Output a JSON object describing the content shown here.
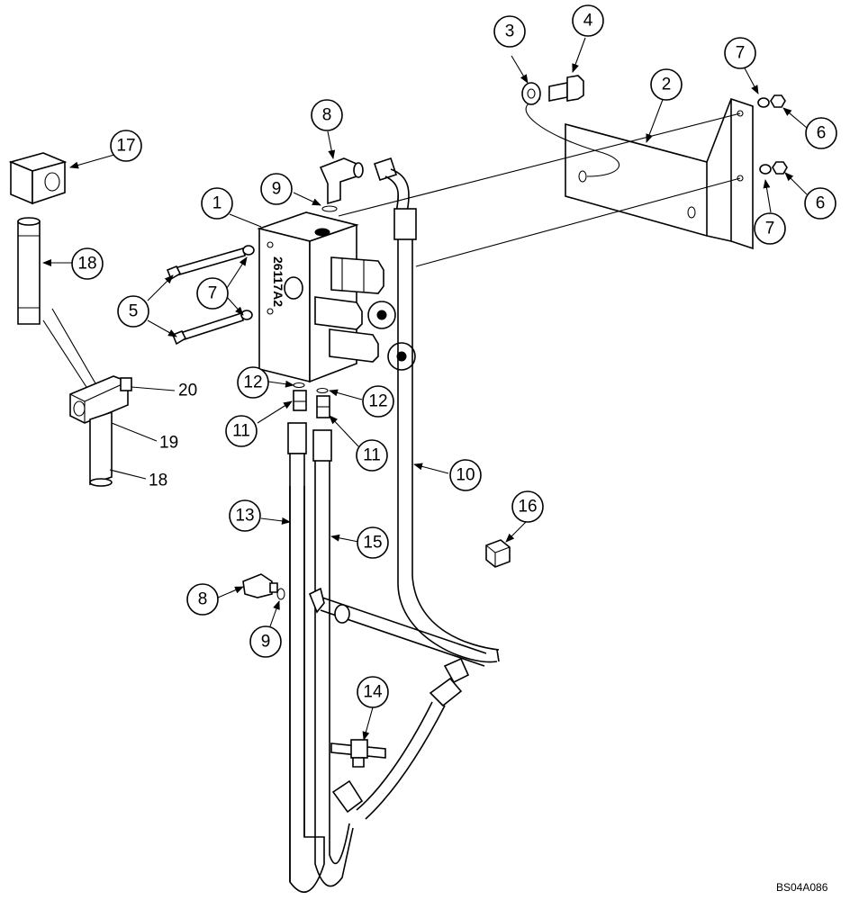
{
  "drawing_id": "BS04A086",
  "block_marking": "26117A2",
  "callouts": [
    {
      "id": "c1",
      "label": "1"
    },
    {
      "id": "c2",
      "label": "2"
    },
    {
      "id": "c3",
      "label": "3"
    },
    {
      "id": "c4",
      "label": "4"
    },
    {
      "id": "c5",
      "label": "5"
    },
    {
      "id": "c6a",
      "label": "6"
    },
    {
      "id": "c6b",
      "label": "6"
    },
    {
      "id": "c7a",
      "label": "7"
    },
    {
      "id": "c7b",
      "label": "7"
    },
    {
      "id": "c7c",
      "label": "7"
    },
    {
      "id": "c8a",
      "label": "8"
    },
    {
      "id": "c8b",
      "label": "8"
    },
    {
      "id": "c9a",
      "label": "9"
    },
    {
      "id": "c9b",
      "label": "9"
    },
    {
      "id": "c10",
      "label": "10"
    },
    {
      "id": "c11a",
      "label": "11"
    },
    {
      "id": "c11b",
      "label": "11"
    },
    {
      "id": "c12a",
      "label": "12"
    },
    {
      "id": "c12b",
      "label": "12"
    },
    {
      "id": "c13",
      "label": "13"
    },
    {
      "id": "c14",
      "label": "14"
    },
    {
      "id": "c15",
      "label": "15"
    },
    {
      "id": "c16",
      "label": "16"
    },
    {
      "id": "c17",
      "label": "17"
    },
    {
      "id": "c18",
      "label": "18"
    }
  ],
  "tags": [
    {
      "id": "t20",
      "label": "20"
    },
    {
      "id": "t19",
      "label": "19"
    },
    {
      "id": "t18",
      "label": "18"
    }
  ]
}
